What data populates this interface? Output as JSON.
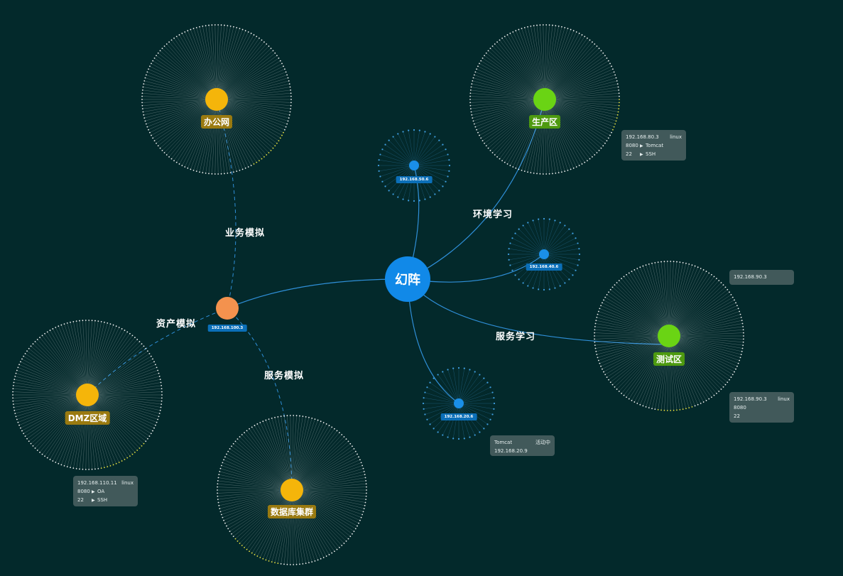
{
  "center": {
    "label": "幻阵",
    "color": "#1189e8"
  },
  "colors": {
    "zone_yellow": "#f5b50a",
    "zone_green": "#6ad414",
    "asset_orange": "#f4924e",
    "node_blue": "#1a8fe8",
    "label_yellow_bg": "#9a7a10",
    "label_green_bg": "#4e9a10"
  },
  "zones": [
    {
      "id": "office",
      "label": "办公网",
      "kind": "yellow"
    },
    {
      "id": "prod",
      "label": "生产区",
      "kind": "green"
    },
    {
      "id": "test",
      "label": "测试区",
      "kind": "green"
    },
    {
      "id": "dmz",
      "label": "DMZ区域",
      "kind": "yellow"
    },
    {
      "id": "db",
      "label": "数据库集群",
      "kind": "yellow"
    }
  ],
  "hosts": [
    {
      "id": "h50",
      "label": "192.168.50.6"
    },
    {
      "id": "h40",
      "label": "192.168.40.6"
    },
    {
      "id": "h20",
      "label": "192.168.20.6"
    },
    {
      "id": "h100",
      "label": "192.168.100.3"
    }
  ],
  "edge_labels": {
    "business": "业务模拟",
    "asset": "资产模拟",
    "service_sim": "服务模拟",
    "env": "环境学习",
    "service_learn": "服务学习"
  },
  "cards": {
    "prod": {
      "rows": [
        {
          "a": "192.168.80.3",
          "b": "linux",
          "arrow": false
        },
        {
          "a": "8080",
          "b": "Tomcat",
          "arrow": true
        },
        {
          "a": "22",
          "b": "SSH",
          "arrow": true
        }
      ]
    },
    "test_top": {
      "rows": [
        {
          "a": "192.168.90.3",
          "b": "",
          "arrow": false
        }
      ]
    },
    "test_bottom": {
      "rows": [
        {
          "a": "192.168.90.3",
          "b": "linux",
          "arrow": false
        },
        {
          "a": "8080",
          "b": "",
          "arrow": false
        },
        {
          "a": "22",
          "b": "",
          "arrow": false
        }
      ]
    },
    "h20": {
      "rows": [
        {
          "a": "Tomcat",
          "b": "活动中",
          "arrow": false
        },
        {
          "a": "192.168.20.9",
          "b": "",
          "arrow": false
        }
      ]
    },
    "dmz": {
      "rows": [
        {
          "a": "192.168.110.11",
          "b": "linux",
          "arrow": false
        },
        {
          "a": "8080",
          "b": "OA",
          "arrow": true
        },
        {
          "a": "22",
          "b": "SSH",
          "arrow": true
        }
      ]
    }
  }
}
